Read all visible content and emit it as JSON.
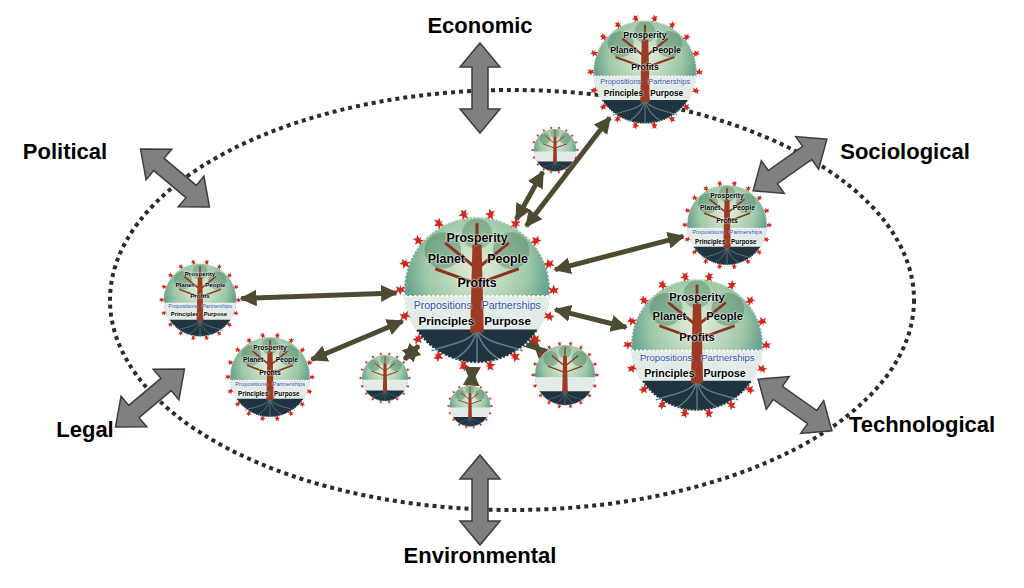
{
  "diagram": {
    "nodes": [
      {
        "text": [
          "Prosperity",
          "Planet",
          "People",
          "Profits",
          "Propositions",
          "Partnerships",
          "Principles",
          "Purpose"
        ]
      },
      {
        "text": []
      },
      {
        "text": [
          "Prosperity",
          "Planet",
          "People",
          "Profits",
          "Propositions",
          "Partnerships",
          "Principles",
          "Purpose"
        ]
      },
      {
        "text": [
          "Prosperity",
          "Planet",
          "People",
          "Profits",
          "Propositions",
          "Partnerships",
          "Principles",
          "Purpose"
        ]
      },
      {
        "text": [
          "Prosperity",
          "Planet",
          "People",
          "Profits",
          "Propositions",
          "Partnerships",
          "Principles",
          "Purpose"
        ]
      },
      {
        "text": [
          "Prosperity",
          "Planet",
          "People",
          "Profits",
          "Propositions",
          "Partnerships",
          "Principles",
          "Purpose"
        ]
      },
      {
        "text": [
          "Prosperity",
          "Planet",
          "People",
          "Profits",
          "Propositions",
          "Partnerships",
          "Principles",
          "Purpose"
        ]
      },
      {
        "text": []
      },
      {
        "text": []
      },
      {
        "text": []
      }
    ],
    "edges": [
      {
        "from": 4,
        "to": 0,
        "arrow": "both"
      },
      {
        "from": 4,
        "to": 1,
        "arrow": "both"
      },
      {
        "from": 4,
        "to": 2,
        "arrow": "both"
      },
      {
        "from": 4,
        "to": 3,
        "arrow": "both"
      },
      {
        "from": 4,
        "to": 5,
        "arrow": "both"
      },
      {
        "from": 4,
        "to": 6,
        "arrow": "both"
      },
      {
        "from": 4,
        "to": 7,
        "arrow": "both"
      },
      {
        "from": 4,
        "to": 8,
        "arrow": "both"
      },
      {
        "from": 4,
        "to": 9,
        "arrow": "both"
      }
    ],
    "labels": [
      "Economic",
      "Political",
      "Sociological",
      "Legal",
      "Technological",
      "Environmental"
    ]
  }
}
